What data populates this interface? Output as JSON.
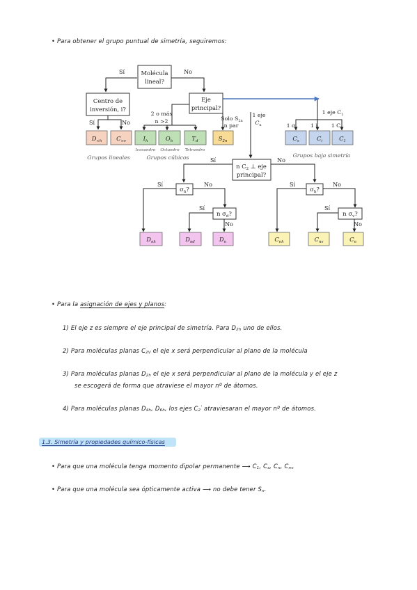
{
  "intro": "• Para obtener el grupo puntual de simetría, seguiremos:",
  "flowchart": {
    "q_linear": [
      "Molécula",
      "lineal?"
    ],
    "si": "Sí",
    "no": "No",
    "q_inversion": [
      "Centro de",
      "inversión, i?"
    ],
    "q_axis": [
      "Eje",
      "principal?"
    ],
    "lbl_2omas": [
      "2 o más",
      "n >2"
    ],
    "lbl_solo_sn": [
      "Solo S",
      "2n",
      "n par"
    ],
    "lbl_1eje": [
      "1 eje",
      "C",
      "n"
    ],
    "lbl_1eje_c1": [
      "1 eje C",
      "1"
    ],
    "lbl_1sigma": "1 σ",
    "lbl_1i": "1 i",
    "lbl_1c1": "1 C",
    "q_c2perp": [
      "n C",
      "2",
      " ⊥ eje",
      "principal?"
    ],
    "q_sigma_h": "σ",
    "q_sigma_h_sub": "h",
    "q_nsigma_d": "n σ",
    "q_nsigma_d_sub": "d",
    "q_nsigma_v": "n σ",
    "q_nsigma_v_sub": "v",
    "boxes": {
      "dinfh": [
        "D",
        "∞h"
      ],
      "cinfv": [
        "C",
        "∞v"
      ],
      "ih": [
        "I",
        "h"
      ],
      "oh": [
        "O",
        "h"
      ],
      "td": [
        "T",
        "d"
      ],
      "s2n": [
        "S",
        "2n"
      ],
      "cs": [
        "C",
        "s"
      ],
      "ci": [
        "C",
        "i"
      ],
      "c1": [
        "C",
        "1"
      ],
      "dnh": [
        "D",
        "nh"
      ],
      "dnd": [
        "D",
        "nd"
      ],
      "dn": [
        "D",
        "n"
      ],
      "cnh": [
        "C",
        "nh"
      ],
      "cnv": [
        "C",
        "nv"
      ],
      "cn": [
        "C",
        "n"
      ]
    },
    "cap_icosaedro": "Icosaedro",
    "cap_octaedro": "Octaedro",
    "cap_tetraedro": "Tetraedro",
    "cap_lineales": "Grupos lineales",
    "cap_cubicos": "Grupos cúbicos",
    "cap_baja": "Grupos baja simetría"
  },
  "axes_heading": {
    "bullet": "• Para la ",
    "underlined": "asignación de ejes y planos",
    "tail": ":"
  },
  "rules": [
    {
      "a": "1) El eje z es siempre el eje principal de simetría. Para D",
      "s": "2h",
      "b": " uno de ellos."
    },
    {
      "a": "2) Para moléculas planas C",
      "s": "2V",
      "b": " el eje x será perpendicular al plano de la molécula"
    },
    {
      "a": "3) Para moléculas planas D",
      "s": "2h",
      "b": " el eje x será perpendicular al plano de la molécula y el eje z"
    },
    {
      "a": "se escogerá de forma que atraviese el mayor nº de átomos.",
      "s": "",
      "b": ""
    },
    {
      "a": "4) Para moléculas planas D",
      "s": "4h",
      "b": ", D"
    },
    {
      "a": "6h",
      "s": "",
      "b": ", los ejes C"
    }
  ],
  "rule4_tail": "2",
  "rule4_tail_sup": "'",
  "rule4_end": " atraviesaran el mayor nº de átomos.",
  "section_title": "1.3. Simetría y propiedades químico-físicas",
  "dipole": {
    "a": "• Para que una molécula tenga momento dipolar permanente ⟶ C",
    "s1": "1",
    "b": ", C",
    "s2": "s",
    "c": ", C",
    "s3": "n",
    "d": ", C",
    "s4": "nv"
  },
  "optical": {
    "a": "• Para que una molécula sea ópticamente activa ⟶ no debe tener S",
    "s": "n",
    "b": "."
  },
  "colors": {
    "pink_box": "#f6d2c0",
    "green_box": "#bfe0b6",
    "yellow_box": "#f8dc96",
    "blue_box": "#c5d5ee",
    "magenta_box": "#f3c4ee",
    "light_yellow_box": "#fbf3b6",
    "arrow_blue": "#4a78c2",
    "highlight": "#bfe3f7",
    "section_text": "#2a3a8a"
  }
}
